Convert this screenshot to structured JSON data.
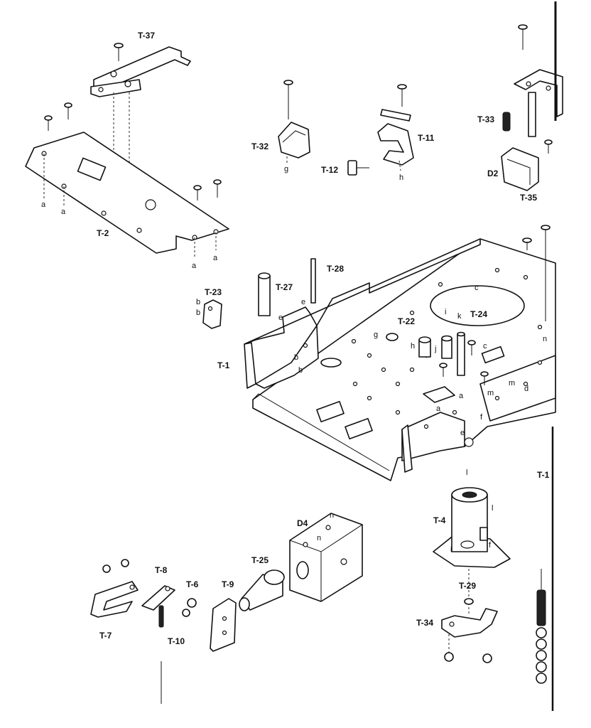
{
  "part_labels": {
    "t37": "T-37",
    "t32": "T-32",
    "t11": "T-11",
    "t12": "T-12",
    "t33": "T-33",
    "d2": "D2",
    "t35": "T-35",
    "t2": "T-2",
    "t23": "T-23",
    "t27": "T-27",
    "t28": "T-28",
    "t22": "T-22",
    "t24": "T-24",
    "t1": "T-1",
    "t1b": "T-1",
    "t4": "T-4",
    "d4": "D4",
    "t25": "T-25",
    "t8": "T-8",
    "t6": "T-6",
    "t9": "T-9",
    "t7": "T-7",
    "t10": "T-10",
    "t29": "T-29",
    "t34": "T-34"
  },
  "letters": {
    "a": "a",
    "b": "b",
    "c": "c",
    "d": "d",
    "e": "e",
    "f": "f",
    "g": "g",
    "h": "h",
    "i": "i",
    "j": "j",
    "k": "k",
    "l": "l",
    "m": "m",
    "n": "n"
  }
}
